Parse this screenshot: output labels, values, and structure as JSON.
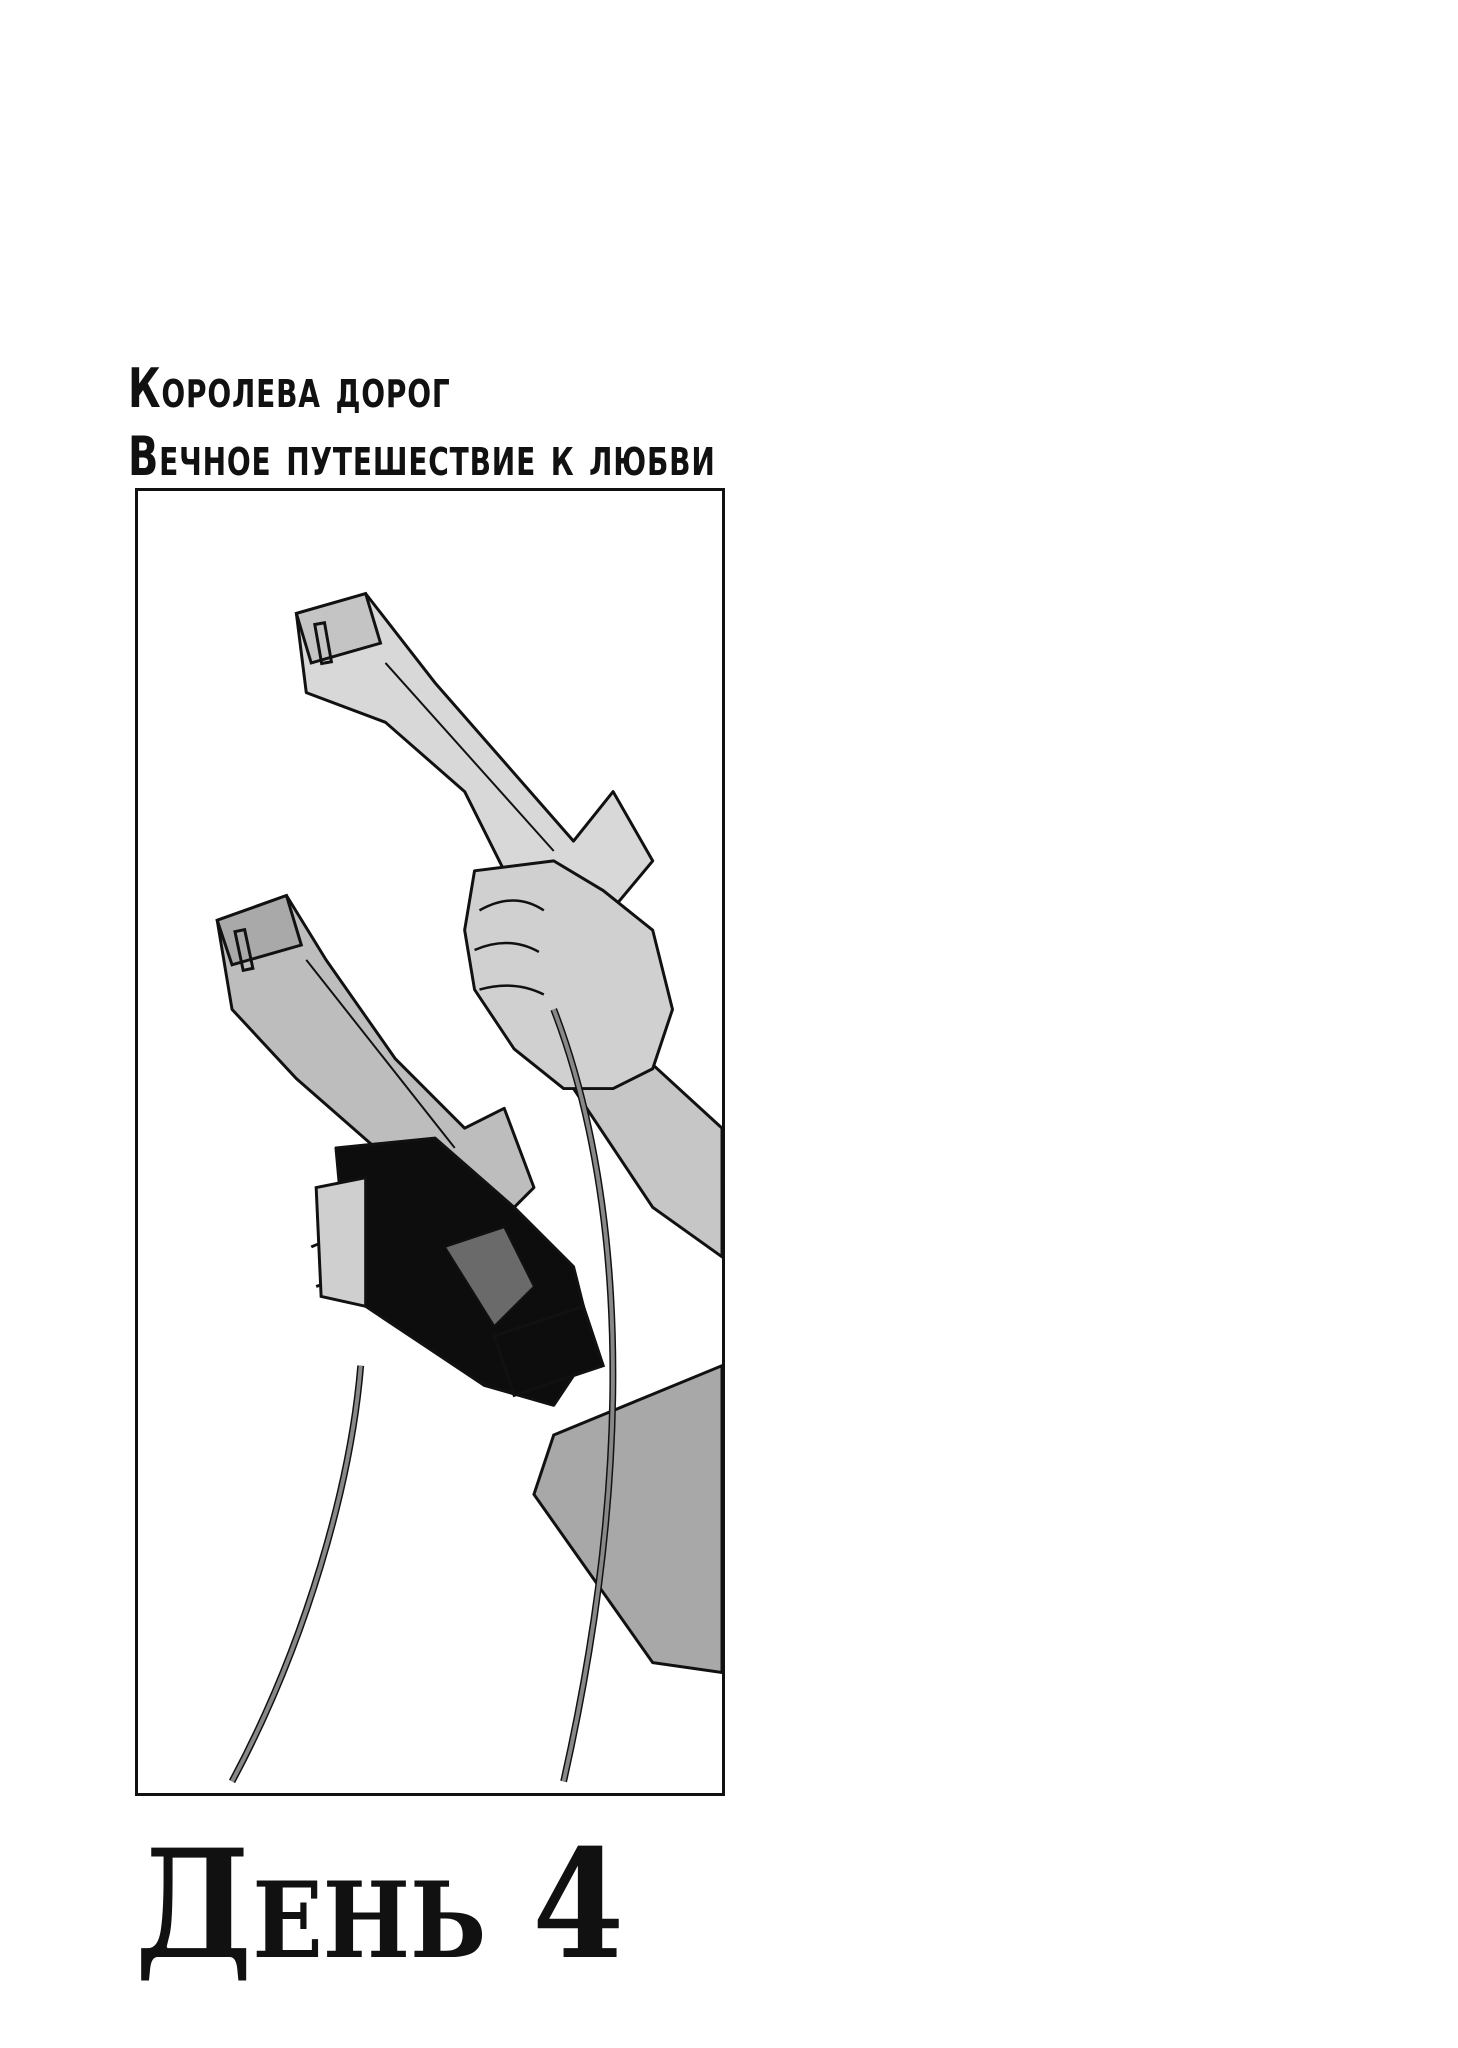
{
  "page": {
    "background": "#ffffff",
    "ink": "#111111"
  },
  "title": {
    "line1": "Королева дорог",
    "line2": "Вечное путешествие к любви"
  },
  "chapter": {
    "label": "День 4"
  },
  "illustration": {
    "subject": "two hands holding pistols with cords",
    "colors": {
      "gun": "#d3d3d3",
      "arm": "#c0c0c0",
      "glove": "#0d0d0d",
      "cord": "#777777"
    }
  }
}
